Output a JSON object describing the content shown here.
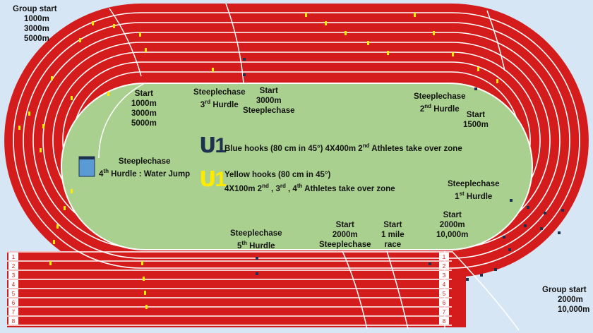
{
  "colors": {
    "background": "#d7e6f5",
    "track": "#d41c1c",
    "field": "#a9d08e",
    "lane_line": "#ffffff",
    "blue_hook": "#1e3250",
    "yellow_hook": "#ffeb00",
    "water_jump": "#5b9bd5"
  },
  "lane_numbers": [
    "1",
    "2",
    "3",
    "4",
    "5",
    "6",
    "7",
    "8"
  ],
  "labels": {
    "group_start_top": {
      "title": "Group start",
      "line1": "1000m",
      "line2": "3000m",
      "line3": "5000m"
    },
    "start_1000": {
      "title": "Start",
      "line1": "1000m",
      "line2": "3000m",
      "line3": "5000m"
    },
    "steeple_3rd": {
      "title": "Steeplechase",
      "ord": "3",
      "sup": "rd",
      "suffix": " Hurdle"
    },
    "start_3000_steeple": {
      "title": "Start",
      "line1": "3000m",
      "line2": "Steeplechase"
    },
    "steeple_2nd": {
      "title": "Steeplechase",
      "ord": "2",
      "sup": "nd",
      "suffix": "  Hurdle"
    },
    "start_1500": {
      "title": "Start",
      "line1": "1500m"
    },
    "steeple_4th": {
      "title": "Steeplechase",
      "ord": "4",
      "sup": "th",
      "suffix": " Hurdle  : Water Jump"
    },
    "steeple_1st": {
      "title": "Steeplechase",
      "ord": "1",
      "sup": "st",
      "suffix": " Hurdle"
    },
    "steeple_5th": {
      "title": "Steeplechase",
      "ord": "5",
      "sup": "th",
      "suffix": " Hurdle"
    },
    "start_2000_steeple": {
      "title": "Start",
      "line1": "2000m",
      "line2": "Steeplechase"
    },
    "start_1mile": {
      "title": "Start",
      "line1": "1 mile",
      "line2": "race"
    },
    "start_2000_10000": {
      "title": "Start",
      "line1": "2000m",
      "line2": "10,000m"
    },
    "group_start_bottom": {
      "title": "Group start",
      "line1": "2000m",
      "line2": "10,000m"
    }
  },
  "legend": {
    "blue_hook_glyph": "ᑌ1",
    "blue": {
      "text1": "Blue hooks (80 cm  in 45°) 4X400m 2",
      "sup": "nd",
      "text2": " Athletes take over zone"
    },
    "yellow_hook_glyph": "ᑌ1",
    "yellow": {
      "line1": "Yellow hooks (80 cm  in 45°)",
      "line2_a": "4X100m 2",
      "sup_a": "nd",
      "line2_b": " , 3",
      "sup_b": "rd",
      "line2_c": " , 4",
      "sup_c": "th",
      "line2_d": " Athletes take over zone"
    }
  }
}
